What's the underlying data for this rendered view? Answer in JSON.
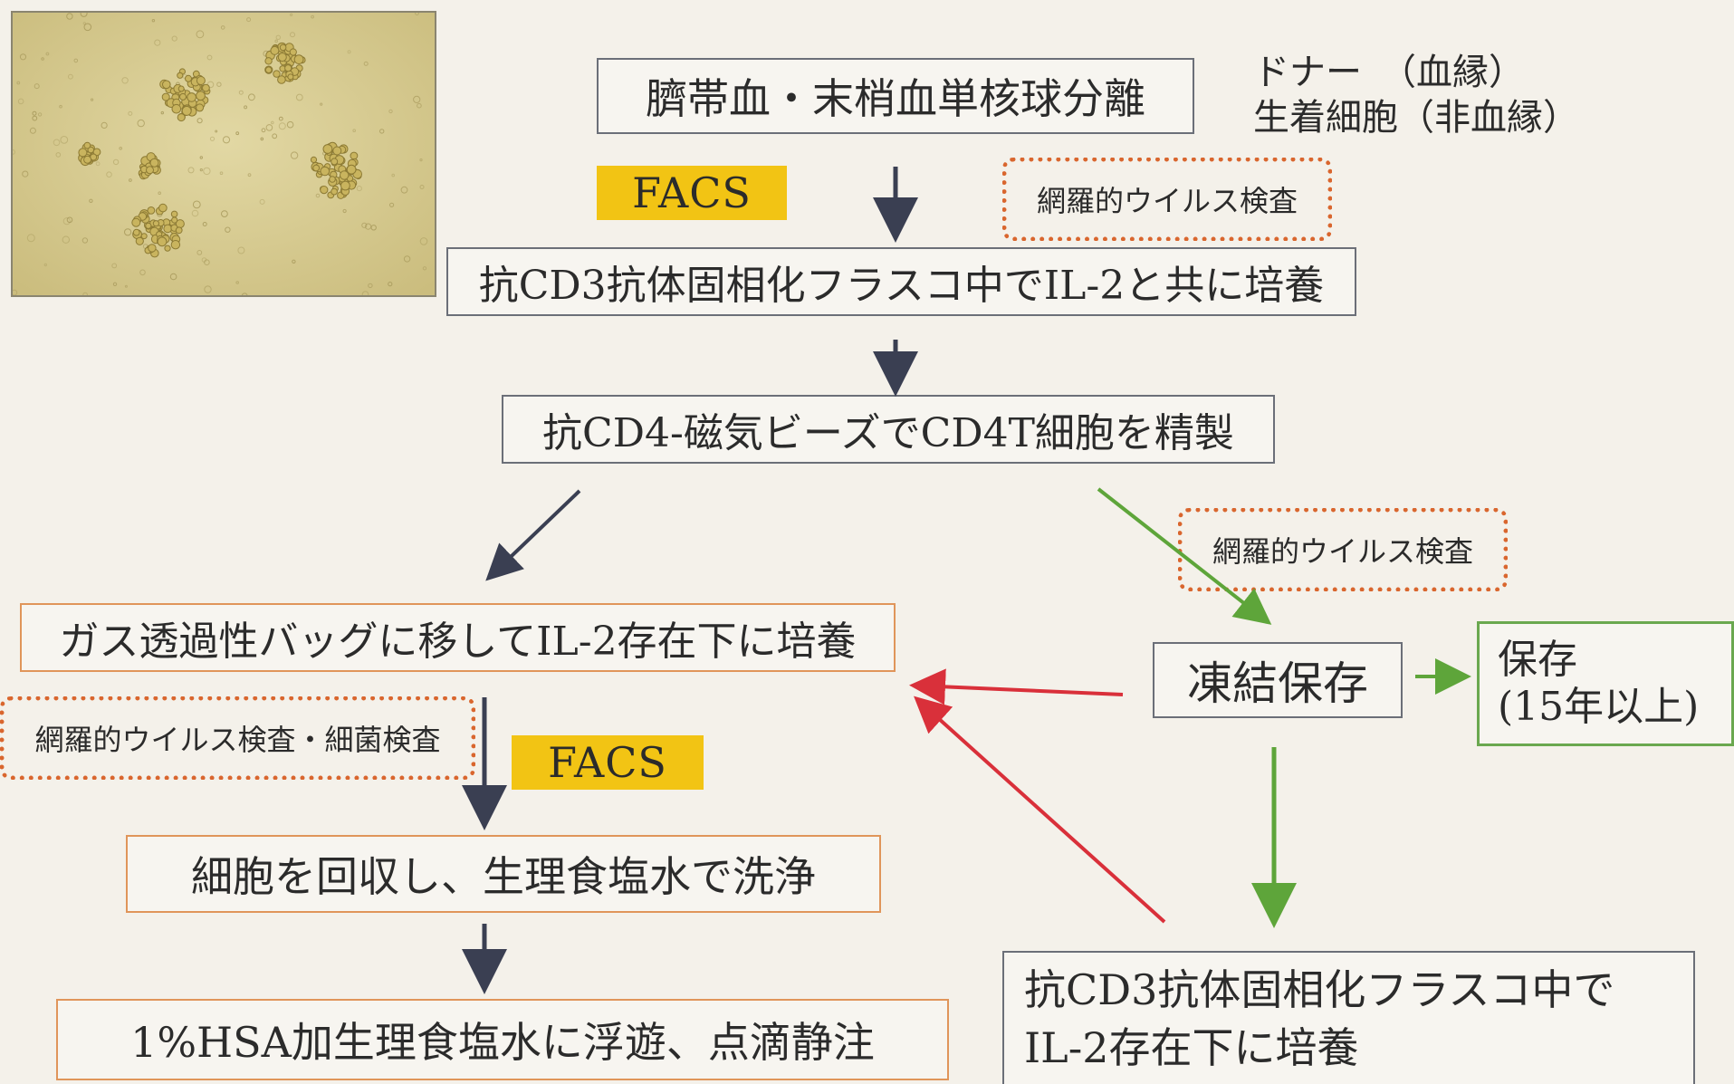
{
  "donor_note": {
    "line1": "ドナー　（血縁）",
    "line2": "生着細胞（非血縁）"
  },
  "nodes": {
    "separation": "臍帯血・末梢血単核球分離",
    "culture_il2": "抗CD3抗体固相化フラスコ中でIL-2と共に培養",
    "cd4_purify": "抗CD4-磁気ビーズでCD4T細胞を精製",
    "gas_bag": "ガス透過性バッグに移してIL-2存在下に培養",
    "freeze": "凍結保存",
    "storage": {
      "line1": "保存",
      "line2": "(15年以上)"
    },
    "wash": "細胞を回収し、生理食塩水で洗浄",
    "infusion": "1%HSA加生理食塩水に浮遊、点滴静注",
    "reculture": {
      "line1": "抗CD3抗体固相化フラスコ中で",
      "line2": "IL-2存在下に培養"
    }
  },
  "checks": {
    "virus_top": "網羅的ウイルス検査",
    "virus_right": "網羅的ウイルス検査",
    "virus_bacteria": "網羅的ウイルス検査・細菌検査"
  },
  "facs": {
    "top": "FACS",
    "mid": "FACS"
  },
  "colors": {
    "dark_arrow": "#3a3f52",
    "green_arrow": "#5ea53a",
    "red_arrow": "#d9303a",
    "facs_bg": "#f2c414",
    "dotted_border": "#d9662e"
  }
}
